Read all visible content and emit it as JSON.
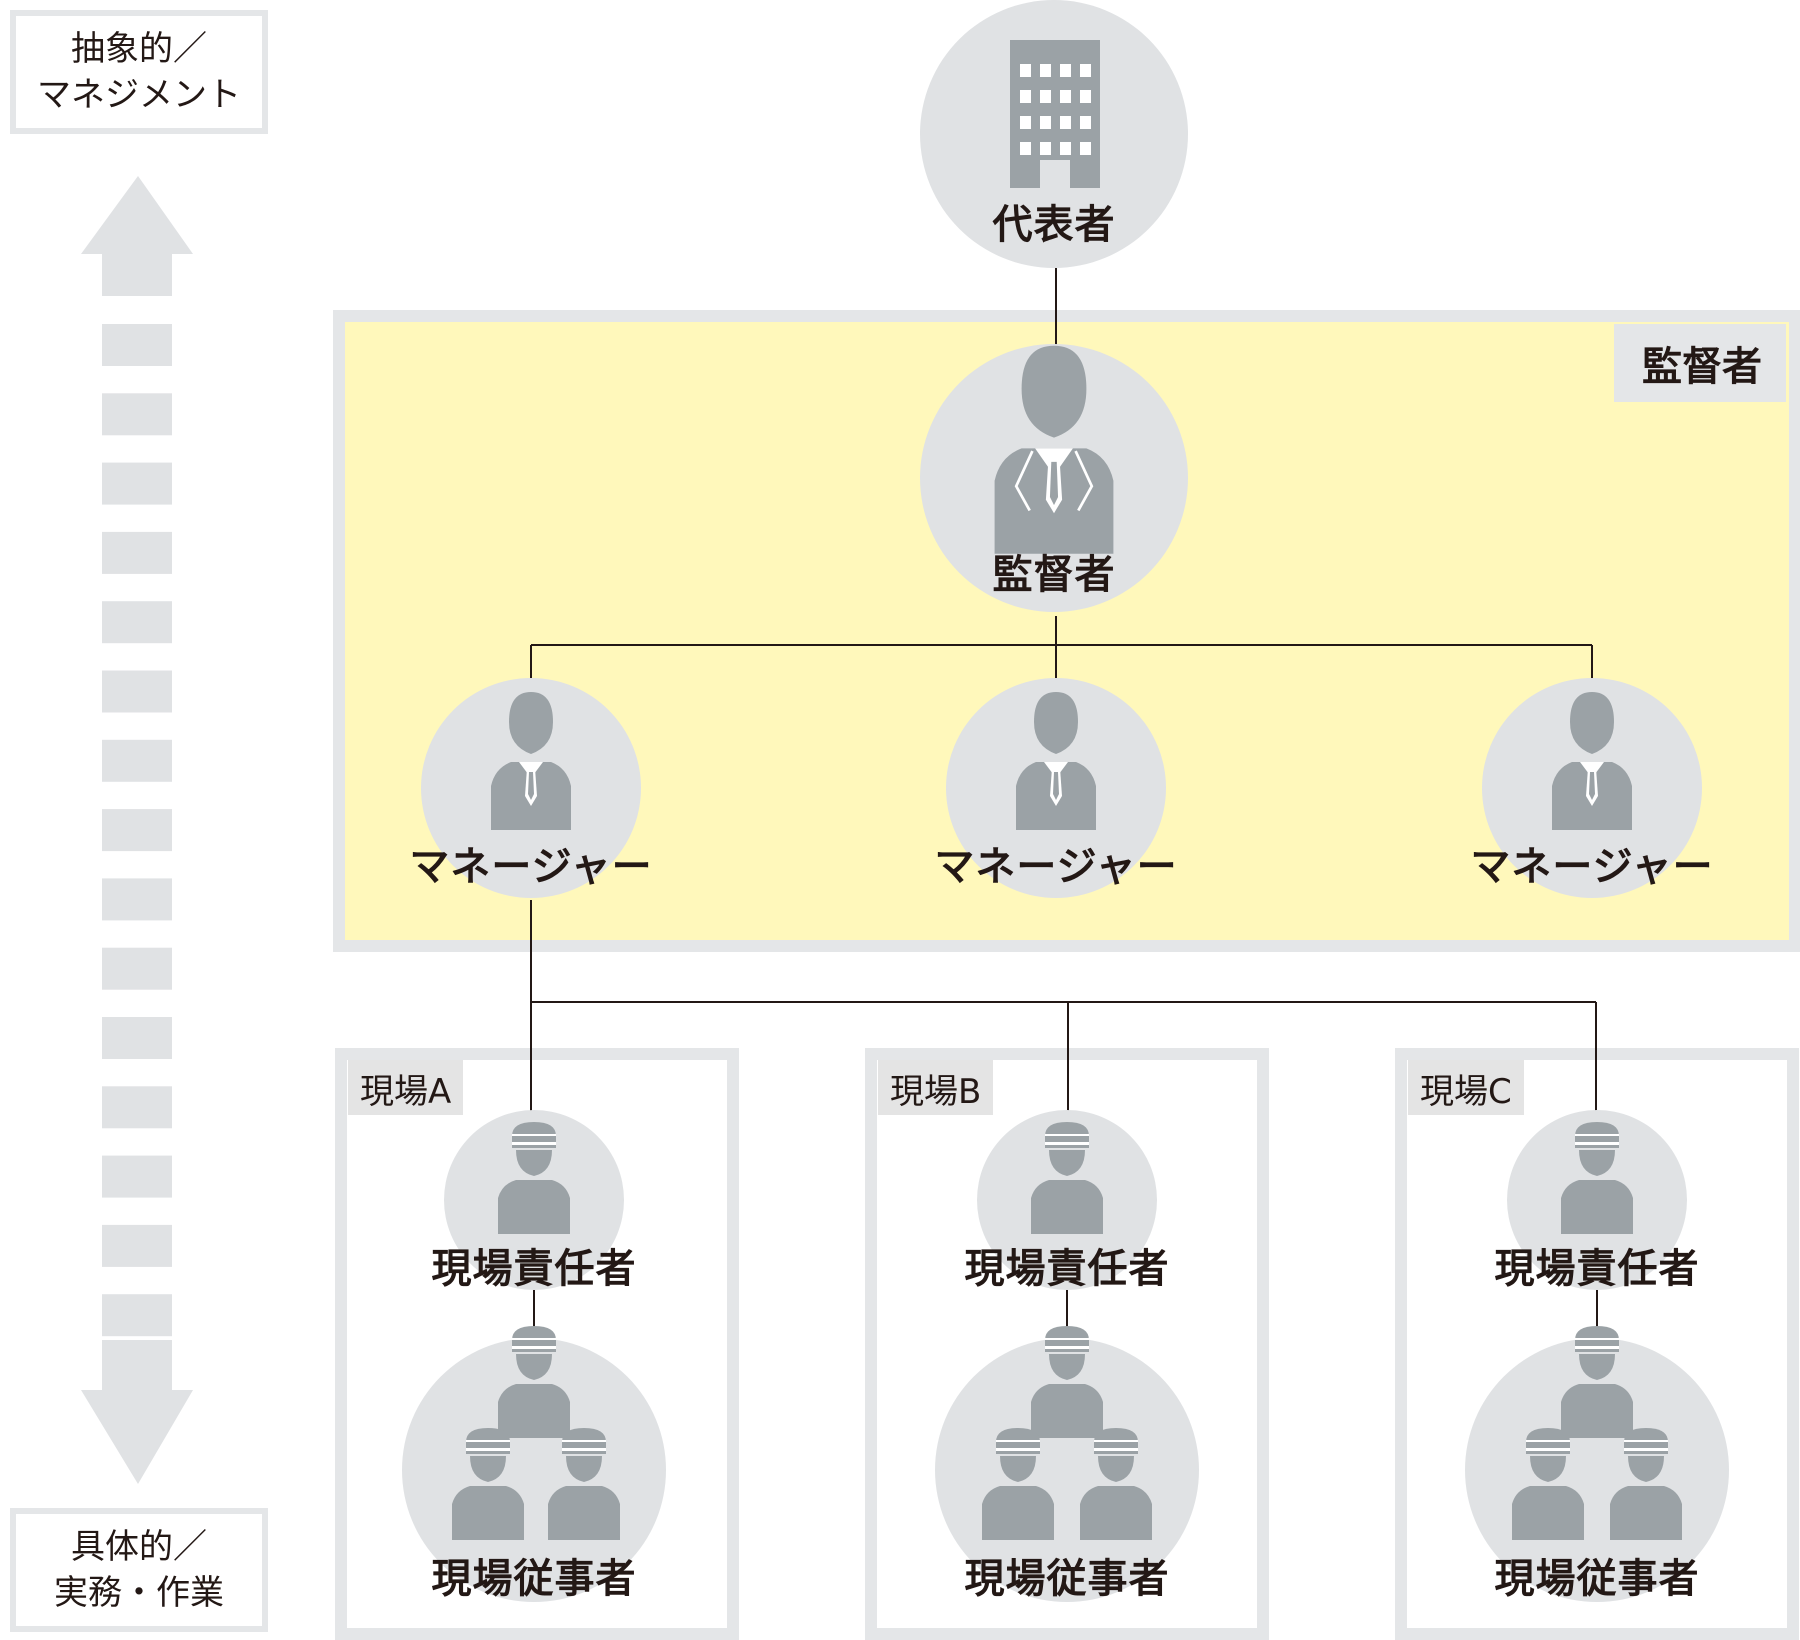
{
  "axis": {
    "top_label_line1": "抽象的／",
    "top_label_line2": "マネジメント",
    "bottom_label_line1": "具体的／",
    "bottom_label_line2": "実務・作業"
  },
  "region": {
    "title": "監督者"
  },
  "nodes": {
    "representative": "代表者",
    "supervisor": "監督者",
    "managers": [
      "マネージャー",
      "マネージャー",
      "マネージャー"
    ]
  },
  "sites": [
    {
      "name": "現場A",
      "leader": "現場責任者",
      "workers": "現場従事者"
    },
    {
      "name": "現場B",
      "leader": "現場責任者",
      "workers": "現場従事者"
    },
    {
      "name": "現場C",
      "leader": "現場責任者",
      "workers": "現場従事者"
    }
  ],
  "colors": {
    "circle": "#e0e2e4",
    "icon": "#9ba2a6",
    "region_fill": "#fff8bb",
    "frame": "#e4e6e8",
    "line": "#231815"
  },
  "icons": {
    "representative": "building-icon",
    "supervisor": "person-suit-icon",
    "manager": "person-tie-icon",
    "leader": "worker-cap-icon",
    "workers": "worker-group-icon"
  }
}
